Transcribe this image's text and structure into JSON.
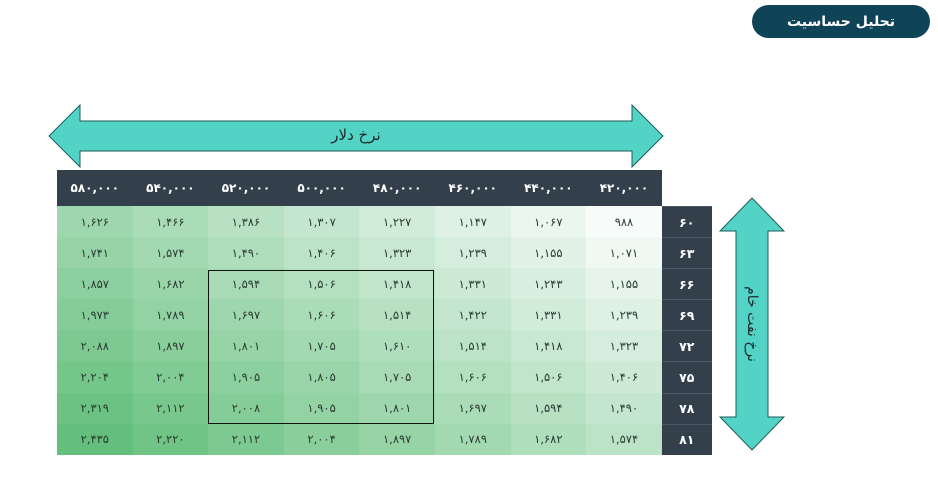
{
  "title": "تحلیل حساسیت",
  "dollar_label": "نرخ دلار",
  "oil_label": "نرخ نفت خام",
  "columns": [
    "۵۸۰,۰۰۰",
    "۵۴۰,۰۰۰",
    "۵۲۰,۰۰۰",
    "۵۰۰,۰۰۰",
    "۴۸۰,۰۰۰",
    "۴۶۰,۰۰۰",
    "۴۴۰,۰۰۰",
    "۴۲۰,۰۰۰"
  ],
  "rows": [
    {
      "label": "۶۰",
      "cells": [
        "۱,۶۲۶",
        "۱,۴۶۶",
        "۱,۳۸۶",
        "۱,۳۰۷",
        "۱,۲۲۷",
        "۱,۱۴۷",
        "۱,۰۶۷",
        "۹۸۸"
      ]
    },
    {
      "label": "۶۳",
      "cells": [
        "۱,۷۴۱",
        "۱,۵۷۴",
        "۱,۴۹۰",
        "۱,۴۰۶",
        "۱,۳۲۳",
        "۱,۲۳۹",
        "۱,۱۵۵",
        "۱,۰۷۱"
      ]
    },
    {
      "label": "۶۶",
      "cells": [
        "۱,۸۵۷",
        "۱,۶۸۲",
        "۱,۵۹۴",
        "۱,۵۰۶",
        "۱,۴۱۸",
        "۱,۳۳۱",
        "۱,۲۴۳",
        "۱,۱۵۵"
      ]
    },
    {
      "label": "۶۹",
      "cells": [
        "۱,۹۷۳",
        "۱,۷۸۹",
        "۱,۶۹۷",
        "۱,۶۰۶",
        "۱,۵۱۴",
        "۱,۴۲۲",
        "۱,۳۳۱",
        "۱,۲۳۹"
      ]
    },
    {
      "label": "۷۲",
      "cells": [
        "۲,۰۸۸",
        "۱,۸۹۷",
        "۱,۸۰۱",
        "۱,۷۰۵",
        "۱,۶۱۰",
        "۱,۵۱۴",
        "۱,۴۱۸",
        "۱,۳۲۳"
      ]
    },
    {
      "label": "۷۵",
      "cells": [
        "۲,۲۰۴",
        "۲,۰۰۴",
        "۱,۹۰۵",
        "۱,۸۰۵",
        "۱,۷۰۵",
        "۱,۶۰۶",
        "۱,۵۰۶",
        "۱,۴۰۶"
      ]
    },
    {
      "label": "۷۸",
      "cells": [
        "۲,۳۱۹",
        "۲,۱۱۲",
        "۲,۰۰۸",
        "۱,۹۰۵",
        "۱,۸۰۱",
        "۱,۶۹۷",
        "۱,۵۹۴",
        "۱,۴۹۰"
      ]
    },
    {
      "label": "۸۱",
      "cells": [
        "۲,۴۳۵",
        "۲,۲۲۰",
        "۲,۱۱۲",
        "۲,۰۰۴",
        "۱,۸۹۷",
        "۱,۷۸۹",
        "۱,۶۸۲",
        "۱,۵۷۴"
      ]
    }
  ],
  "colors": {
    "pill": "#0f4357",
    "header": "#343f4c",
    "arrow_fill": "#53d3c6",
    "heat_low": "#f7fbf9",
    "heat_high": "#63bf7b"
  }
}
